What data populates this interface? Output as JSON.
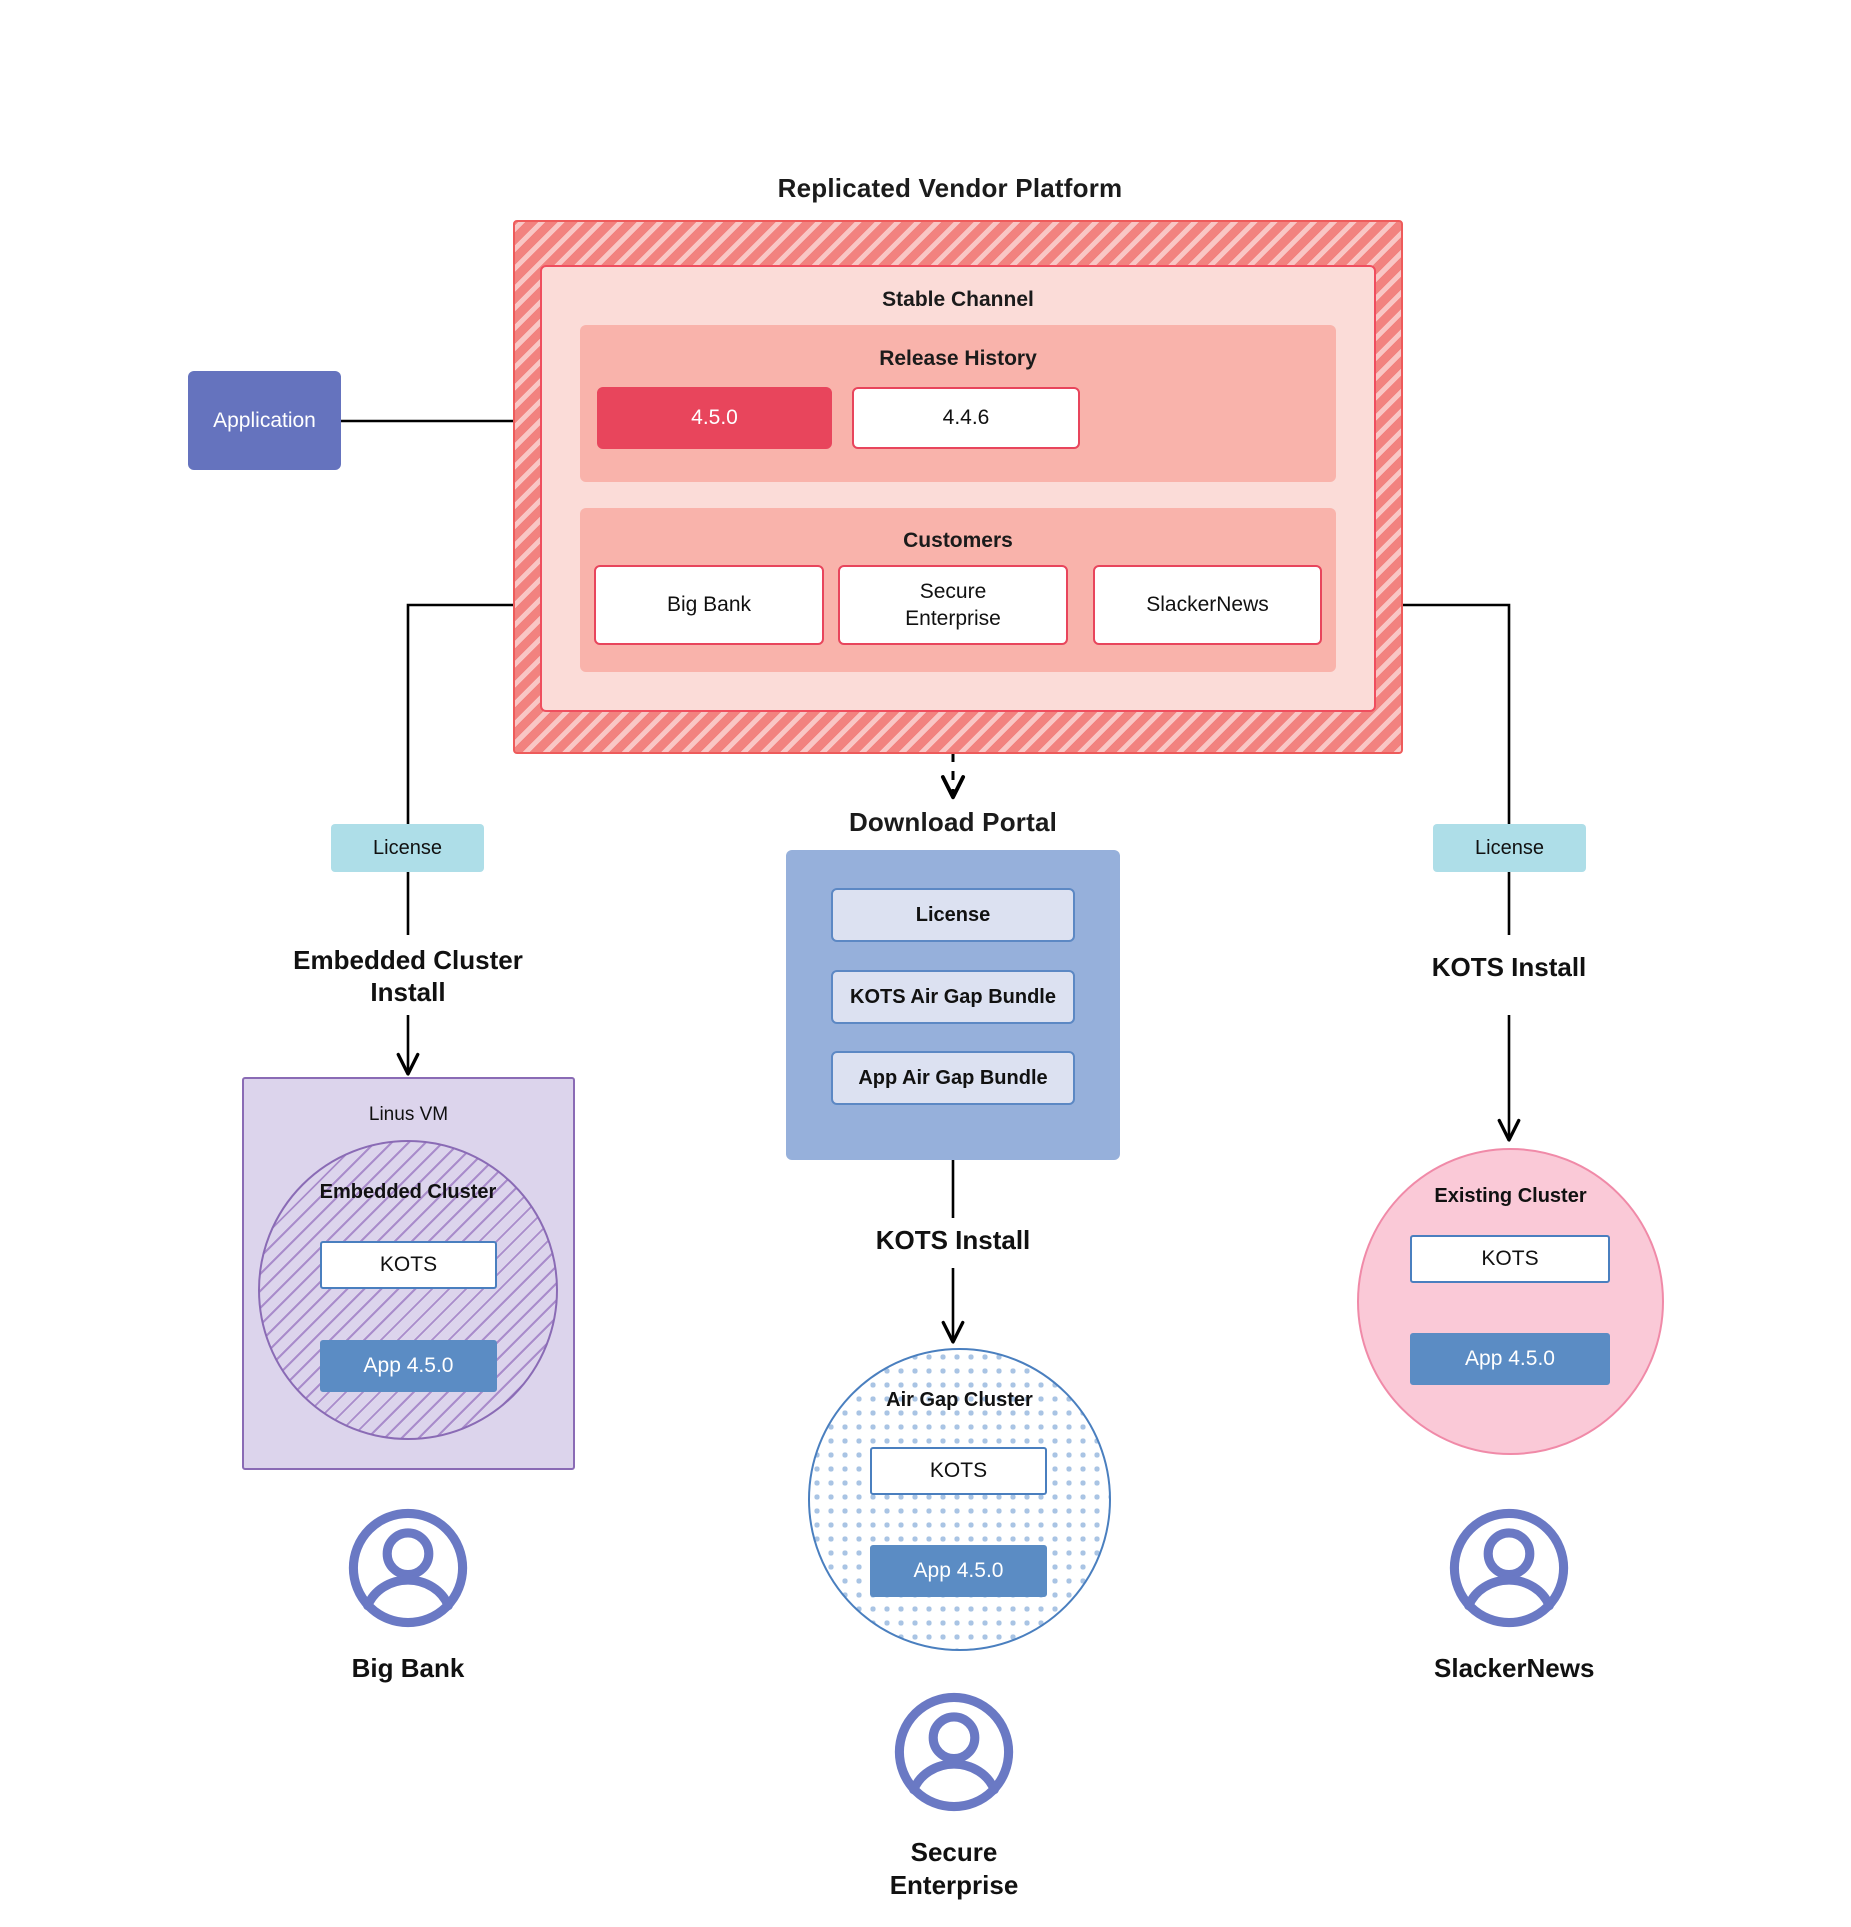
{
  "diagram": {
    "title": "Replicated Vendor Platform",
    "platform": {
      "channel_title": "Stable Channel",
      "release_history_title": "Release History",
      "releases": [
        {
          "version": "4.5.0",
          "state": "current"
        },
        {
          "version": "4.4.6",
          "state": "previous"
        }
      ],
      "customers_title": "Customers",
      "customers": [
        {
          "name": "Big Bank"
        },
        {
          "name": "Secure\nEnterprise"
        },
        {
          "name": "SlackerNews"
        }
      ]
    },
    "application_box": {
      "label": "Application"
    },
    "left_branch": {
      "license_label": "License",
      "install_label": "Embedded Cluster\nInstall",
      "vm_title": "Linus VM",
      "cluster_title": "Embedded Cluster",
      "kots_label": "KOTS",
      "app_label": "App 4.5.0",
      "customer_name": "Big Bank"
    },
    "center_branch": {
      "portal_title": "Download  Portal",
      "portal_items": [
        {
          "label": "License"
        },
        {
          "label": "KOTS Air Gap Bundle"
        },
        {
          "label": "App Air Gap Bundle"
        }
      ],
      "install_label": "KOTS Install",
      "cluster_title": "Air Gap Cluster",
      "kots_label": "KOTS",
      "app_label": "App 4.5.0",
      "customer_name": "Secure\nEnterprise"
    },
    "right_branch": {
      "license_label": "License",
      "install_label": "KOTS Install",
      "cluster_title": "Existing Cluster",
      "kots_label": "KOTS",
      "app_label": "App 4.5.0",
      "customer_name": "SlackerNews"
    },
    "colors": {
      "platform_hatch": "#F2827F",
      "platform_border": "#EE5B5B",
      "channel_bg": "#FBDCD8",
      "subpanel_bg": "#F9B3AB",
      "release_current": "#E8455C",
      "application_blue": "#6573BE",
      "license_cyan": "#AEDEE8",
      "portal_blue": "#96B0DB",
      "portal_item_bg": "#DCE1F1",
      "vm_purple": "#DCD4EC",
      "vm_border": "#8A6BB5",
      "airgap_border": "#4A7FBF",
      "existing_pink": "#FAC9D7",
      "existing_border": "#F08AA8",
      "app_version_blue": "#5B8CC4",
      "avatar_blue": "#6A79C4",
      "connector": "#000000"
    }
  }
}
